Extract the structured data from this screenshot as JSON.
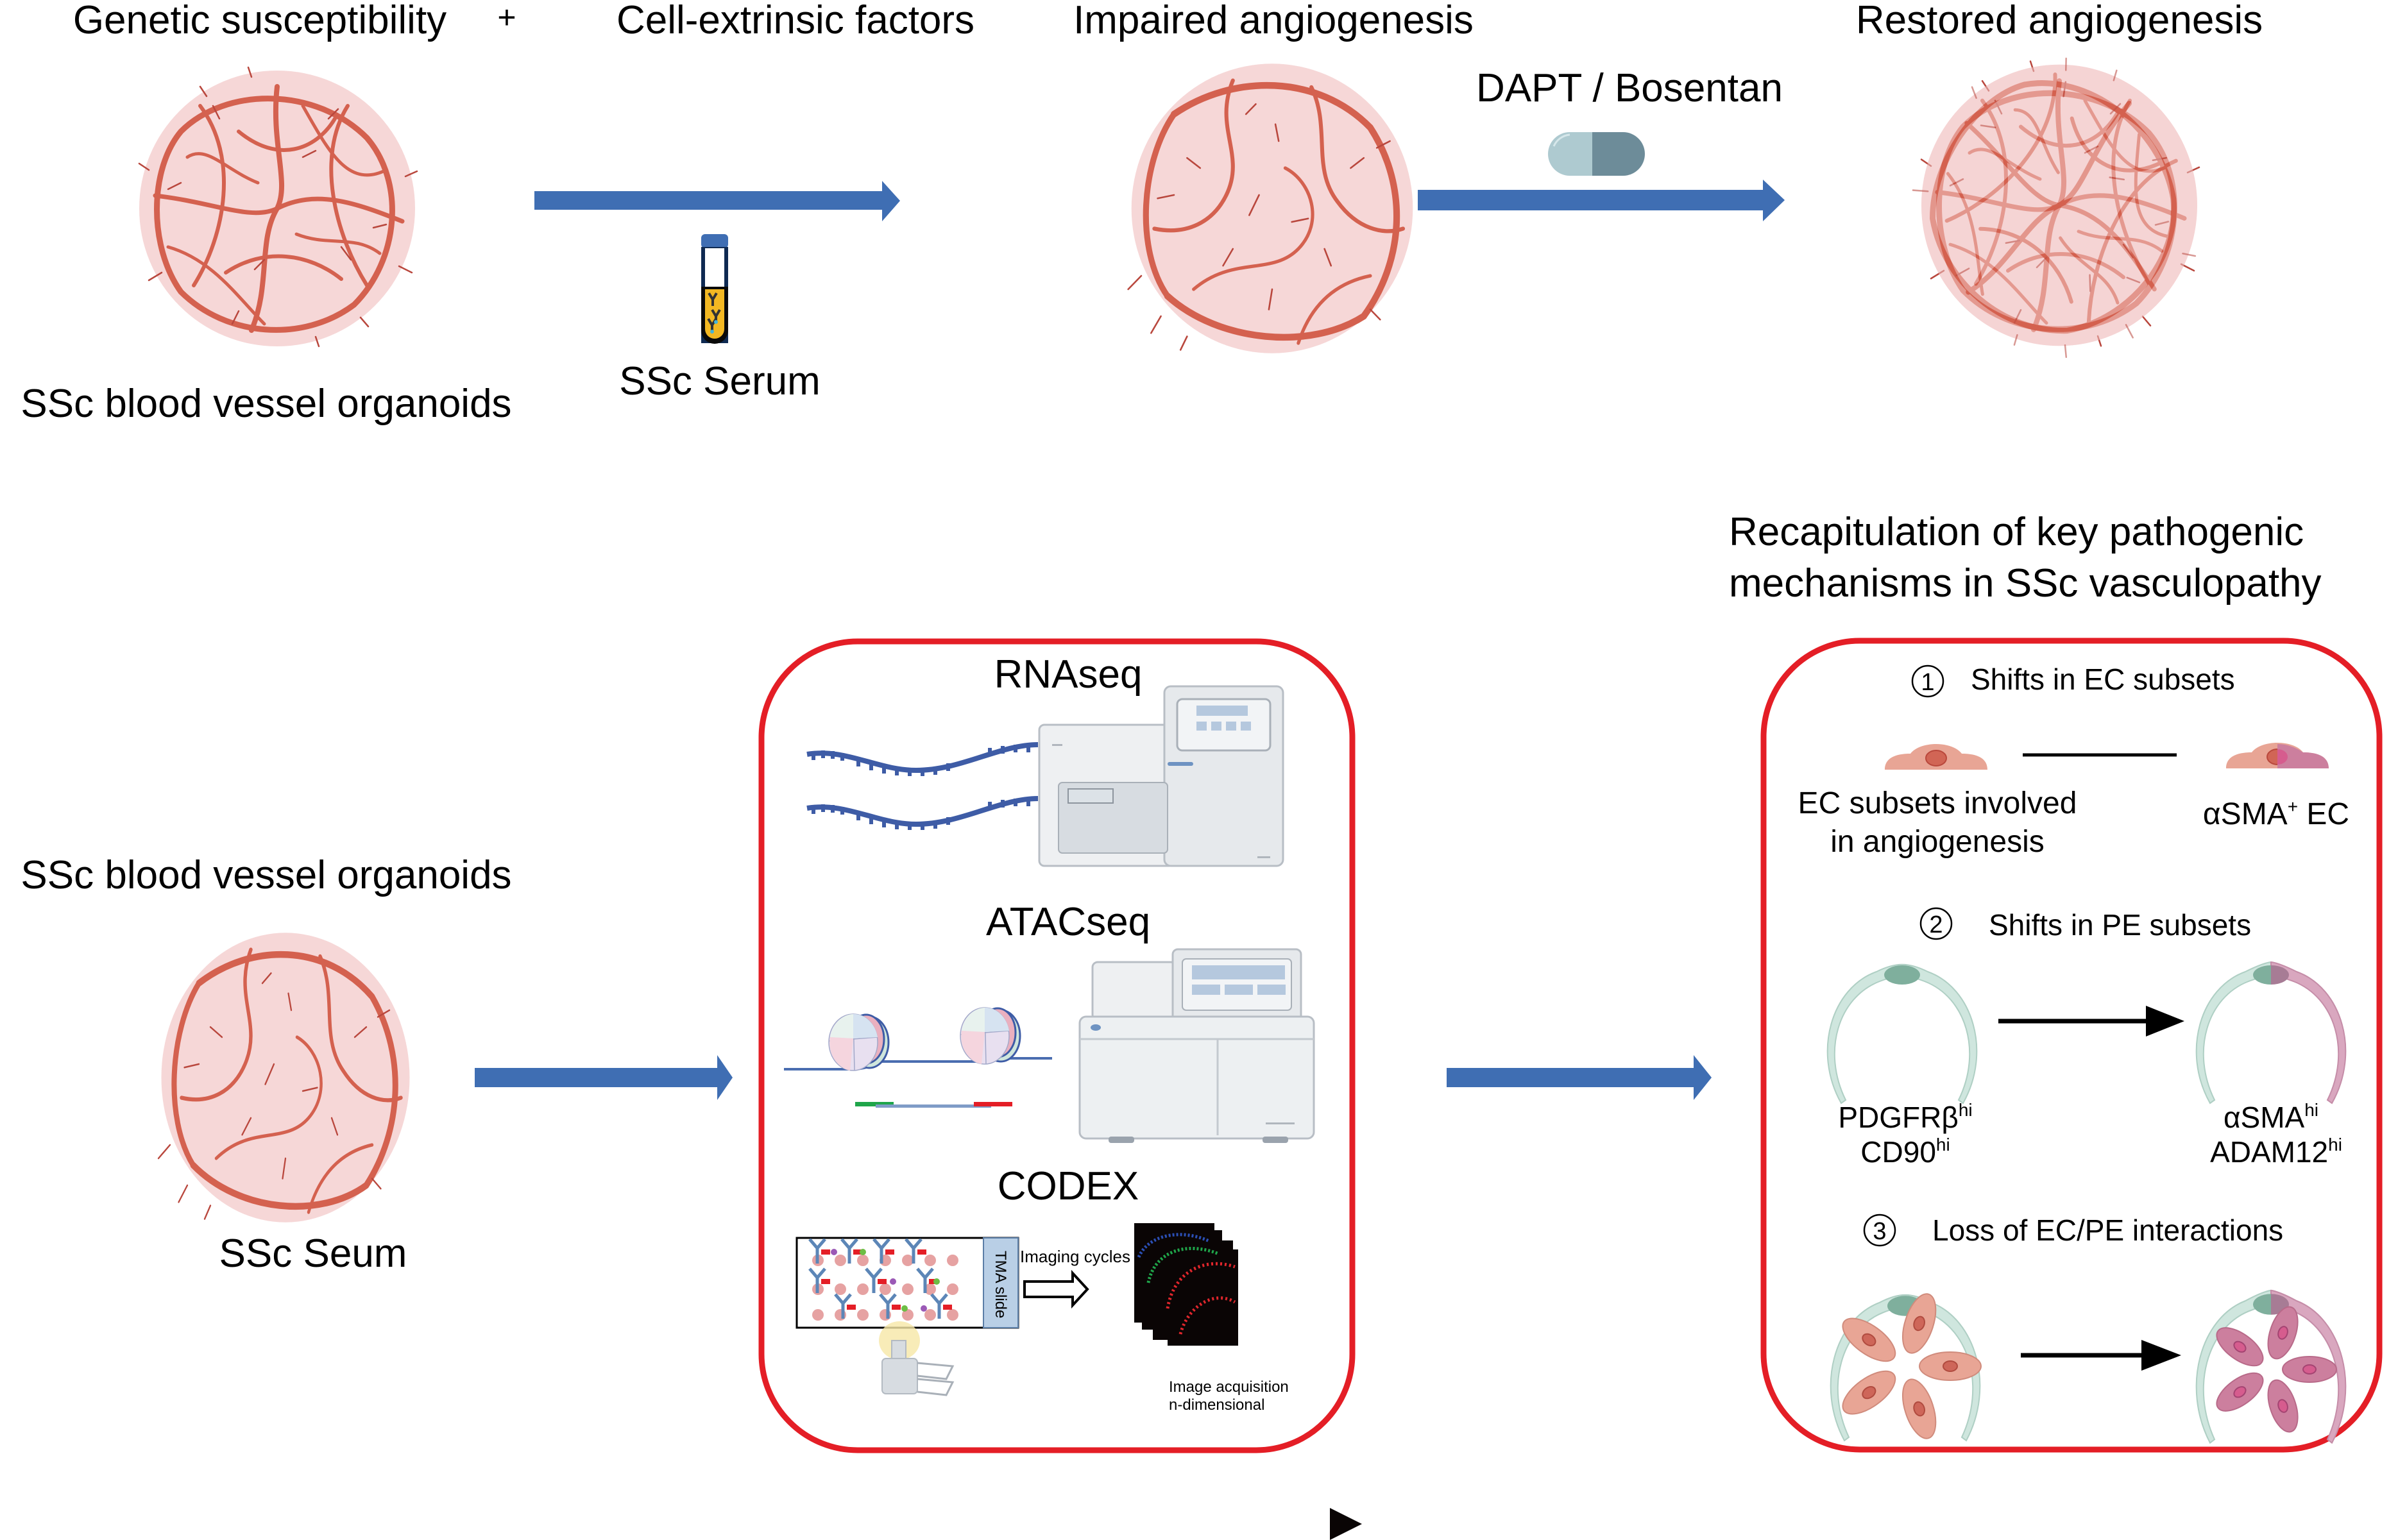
{
  "top_row": {
    "genetic_label": "Genetic susceptibility",
    "plus_sign": "+",
    "extrinsic_label": "Cell-extrinsic factors",
    "impaired_label": "Impaired angiogenesis",
    "restored_label": "Restored angiogenesis",
    "organoid_caption": "SSc blood vessel organoids",
    "serum_caption": "SSc Serum",
    "treatment_label": "DAPT / Bosentan"
  },
  "bottom_left": {
    "title": "SSc blood vessel organoids",
    "caption": "SSc Seum"
  },
  "methods_box": {
    "rnaseq_title": "RNAseq",
    "atacseq_title": "ATACseq",
    "codex_title": "CODEX",
    "tma_label": "TMA slide",
    "imaging_cycles_label": "Imaging cycles",
    "acquisition_line1": "Image acquisition",
    "acquisition_line2": "n-dimensional"
  },
  "findings": {
    "heading_line1": "Recapitulation of key pathogenic",
    "heading_line2": "mechanisms in  SSc vasculopathy",
    "item1": {
      "number": "1",
      "title": "Shifts in EC subsets",
      "left_line1": "EC subsets involved",
      "left_line2": "in angiogenesis",
      "right_main": "αSMA",
      "right_sup": "+",
      "right_tail": " EC"
    },
    "item2": {
      "number": "2",
      "title": "Shifts in PE subsets",
      "left_line1_main": "PDGFRβ",
      "left_line1_sup": "hi",
      "left_line2_main": "CD90",
      "left_line2_sup": "hi",
      "right_line1_main": "αSMA",
      "right_line1_sup": "hi",
      "right_line2_main": "ADAM12",
      "right_line2_sup": "hi"
    },
    "item3": {
      "number": "3",
      "title": "Loss of EC/PE interactions"
    }
  },
  "colors": {
    "flow_arrow": "#3F6EB3",
    "box_border": "#E41E26",
    "vessel": "#D4614F",
    "organoid_fill": "#F5D3D3",
    "pericyte_green": "#CFE6DE",
    "pericyte_pink": "#D9A7BF",
    "ec_salmon": "#E8A595",
    "ec_magenta": "#CC7F9E"
  }
}
